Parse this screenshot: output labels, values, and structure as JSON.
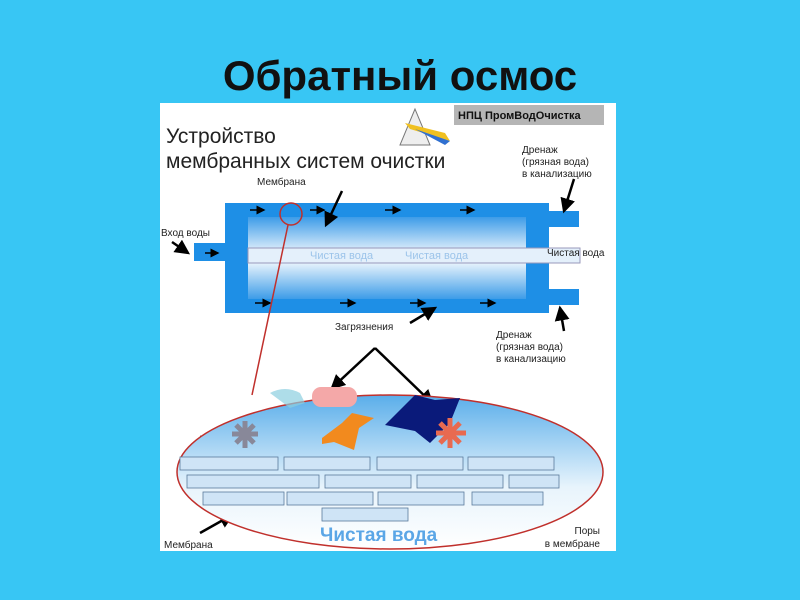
{
  "slide_title": "Обратный осмос",
  "diagram": {
    "brand": "НПЦ ПромВодОчистка",
    "heading_line1": "Устройство",
    "heading_line2": "мембранных систем очистки",
    "label_membrane_top": "Мембрана",
    "label_water_in": "Вход воды",
    "label_clean_water_out": "Чистая вода",
    "label_inner_clean_1": "Чистая вода",
    "label_inner_clean_2": "Чистая вода",
    "drain_top": [
      "Дренаж",
      "(грязная вода)",
      "в канализацию"
    ],
    "drain_bottom": [
      "Дренаж",
      "(грязная вода)",
      "в канализацию"
    ],
    "label_contaminants": "Загрязнения",
    "label_membrane_bottom": "Мембрана",
    "label_pores": [
      "Поры",
      "в мембране"
    ],
    "label_clean_water_zoom": "Чистая вода"
  },
  "colors": {
    "background": "#38c6f4",
    "vessel": "#1e8fe6",
    "ellipse_border": "#c0302c"
  }
}
